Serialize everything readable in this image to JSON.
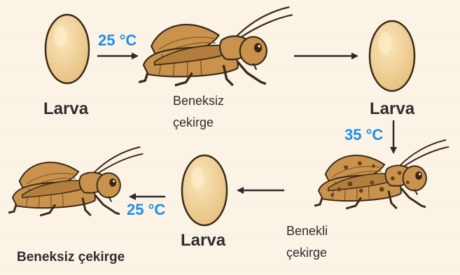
{
  "colors": {
    "background": "#fbf3e6",
    "egg_fill": "#f2d49a",
    "egg_stroke": "#3a2a18",
    "body_fill": "#c9934e",
    "body_dark": "#8a5a25",
    "spot_fill": "#6b4318",
    "arrow": "#2a2a2a",
    "temperature_text": "#1e8ee6",
    "label_text": "#2e2e2e"
  },
  "stages": {
    "egg_1": {
      "label": "Larva"
    },
    "cricket_1": {
      "label_line1": "Beneksiz",
      "label_line2": "çekirge",
      "spotted": false
    },
    "egg_2": {
      "label": "Larva"
    },
    "cricket_2": {
      "label_line1": "Benekli",
      "label_line2": "çekirge",
      "spotted": true
    },
    "egg_3": {
      "label": "Larva"
    },
    "cricket_3": {
      "label": "Beneksiz çekirge",
      "spotted": false
    }
  },
  "temperatures": {
    "t1": "25 °C",
    "t2": "35 °C",
    "t3": "25 °C"
  }
}
